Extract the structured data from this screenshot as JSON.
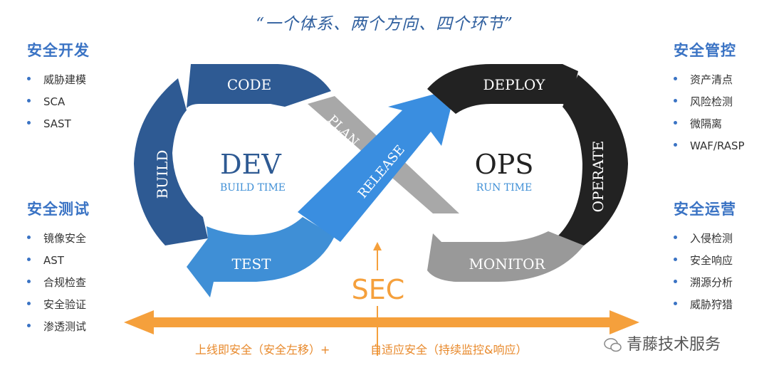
{
  "title": "“一个体系、两个方向、四个环节”",
  "left_top": {
    "heading": "安全开发",
    "items": [
      "威胁建模",
      "SCA",
      "SAST"
    ]
  },
  "left_bottom": {
    "heading": "安全测试",
    "items": [
      "镜像安全",
      "AST",
      "合规检查",
      "安全验证",
      "渗透测试"
    ]
  },
  "right_top": {
    "heading": "安全管控",
    "items": [
      "资产清点",
      "风险检测",
      "微隔离",
      "WAF/RASP"
    ]
  },
  "right_bottom": {
    "heading": "安全运营",
    "items": [
      "入侵检测",
      "安全响应",
      "溯源分析",
      "威胁狩猎"
    ]
  },
  "loop": {
    "code": "CODE",
    "build": "BUILD",
    "test": "TEST",
    "plan": "PLAN",
    "release": "RELEASE",
    "deploy": "DEPLOY",
    "operate": "OPERATE",
    "monitor": "MONITOR",
    "dev": "DEV",
    "dev_sub": "BUILD TIME",
    "ops": "OPS",
    "ops_sub": "RUN TIME"
  },
  "sec": "SEC",
  "bottom_left": "上线即安全（安全左移）+",
  "bottom_right": "自适应安全（持续监控&响应）",
  "watermark": "青藤技术服务",
  "colors": {
    "dark_blue": "#2e5a93",
    "mid_blue": "#3f8fd6",
    "release_blue": "#3a8ee0",
    "gray": "#999999",
    "black": "#222222",
    "orange": "#f5a03c",
    "heading_blue": "#3a73c4"
  }
}
